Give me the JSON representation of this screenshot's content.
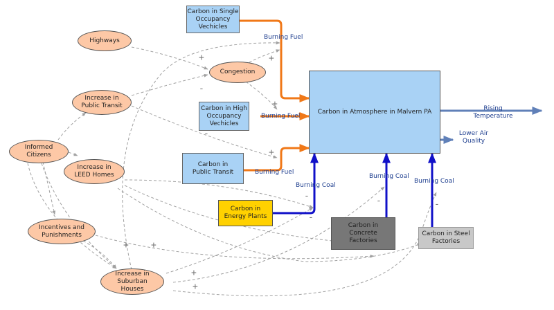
{
  "nodes": {
    "highways": "Highways",
    "congestion": "Congestion",
    "increase_public_transit": "Increase in Public Transit",
    "informed_citizens": "Informed Citizens",
    "increase_leed_homes": "Increase in LEED Homes",
    "incentives_punishments": "Incentives and Punishments",
    "increase_suburban_houses": "Increase in Suburban Houses",
    "carbon_single_occupancy": "Carbon in Single Occupancy Vechicles",
    "carbon_high_occupancy": "Carbon in High Occupancy Vechicles",
    "carbon_public_transit": "Carbon in Public Transit",
    "carbon_energy_plants": "Carbon in Energy Plants",
    "carbon_concrete_factories": "Carbon in Concrete Factories",
    "carbon_steel_factories": "Carbon in Steel Factories",
    "carbon_atmosphere": "Carbon in Atmosphere in Malvern PA"
  },
  "labels": {
    "burning_fuel_1": "Burning Fuel",
    "burning_fuel_2": "Burning Fuel",
    "burning_fuel_3": "Burning Fuel",
    "burning_coal_1": "Burning Coal",
    "burning_coal_2": "Burning Coal",
    "burning_coal_3": "Burning Coal",
    "rising_temperature": "Rising Temperature",
    "lower_air_quality": "Lower Air Quality"
  },
  "polarity": {
    "plus": "+",
    "minus": "-"
  },
  "colors": {
    "fuel_arrow": "#f07818",
    "coal_arrow": "#1010c8",
    "dependency_arrow": "#a0a0a0",
    "outflow_arrow": "#6080b8"
  }
}
